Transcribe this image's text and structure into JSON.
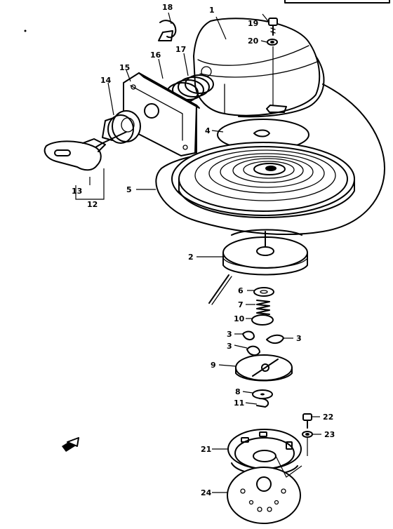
{
  "callouts": {
    "c1": "1",
    "c2": "2",
    "c3a": "3",
    "c3b": "3",
    "c3c": "3",
    "c4": "4",
    "c5": "5",
    "c6": "6",
    "c7": "7",
    "c8": "8",
    "c9": "9",
    "c10": "10",
    "c11": "11",
    "c12": "12",
    "c13": "13",
    "c14": "14",
    "c15": "15",
    "c16": "16",
    "c17": "17",
    "c18": "18",
    "c19": "19",
    "c20": "20",
    "c21": "21",
    "c22": "22",
    "c23": "23",
    "c24": "24"
  },
  "icons": {
    "direction": "direction-arrow-icon"
  }
}
